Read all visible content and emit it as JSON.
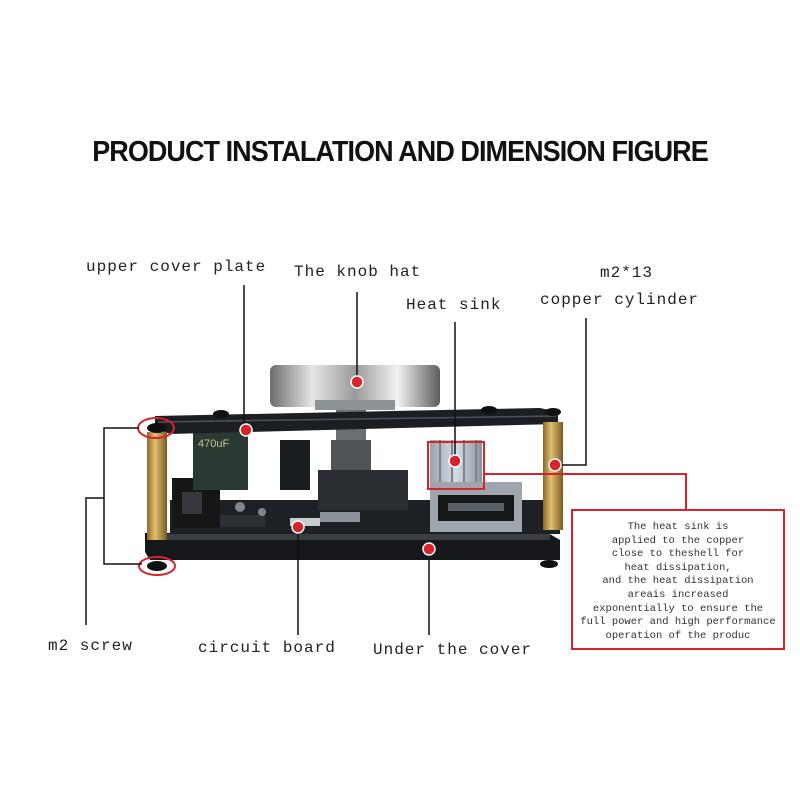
{
  "title": "PRODUCT INSTALATION AND DIMENSION FIGURE",
  "labels": {
    "upper_cover_plate": "upper cover plate",
    "knob_hat": "The knob hat",
    "heat_sink": "Heat sink",
    "m2_13": "m2*13",
    "copper_cylinder": "copper cylinder",
    "m2_screw": "m2 screw",
    "circuit_board": "circuit board",
    "under_cover": "Under the cover"
  },
  "capacitor_marking": "470uF",
  "note_lines": [
    "The heat sink is",
    "applied to the copper",
    "close to theshell for",
    "heat dissipation,",
    "and the heat dissipation",
    "areais increased",
    "exponentially to ensure the",
    "full power and high performance",
    "operation of the produc"
  ],
  "colors": {
    "accent": "#d8232a",
    "board": "#1c1f22",
    "brass": "#c9a14a"
  }
}
